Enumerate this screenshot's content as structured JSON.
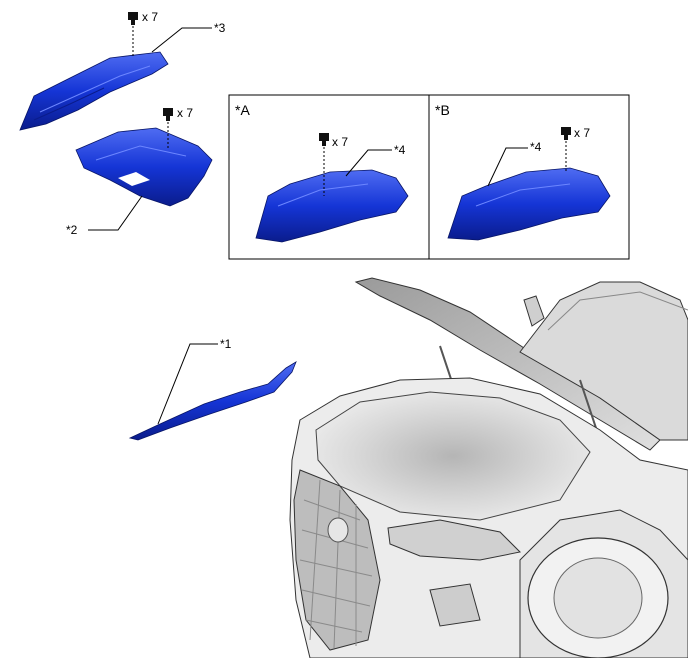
{
  "callouts": {
    "c1": "*1",
    "c2": "*2",
    "c3": "*3",
    "c4a": "*4",
    "c4b": "*4"
  },
  "views": {
    "a": "*A",
    "b": "*B"
  },
  "quantities": {
    "q1": "x 7",
    "q2": "x 7",
    "q3": "x 7",
    "q4": "x 7"
  },
  "colors": {
    "part_blue": "#1535d6",
    "part_blue_dark": "#0a1c8c",
    "part_blue_light": "#4f6cf2",
    "vehicle_light": "#ececec",
    "vehicle_mid": "#c8c8c8",
    "vehicle_dark": "#8a8a8a",
    "outline": "#333333"
  }
}
